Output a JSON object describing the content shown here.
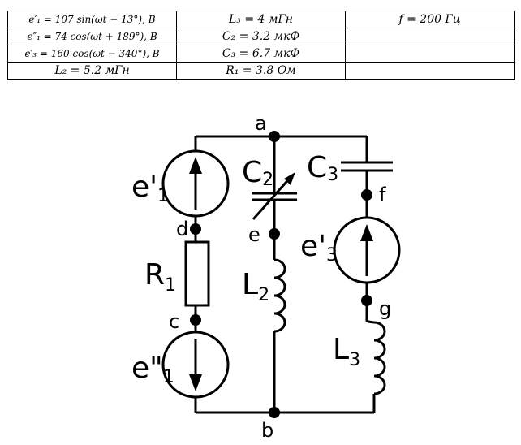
{
  "table": {
    "rows": [
      [
        "e′₁ = 107 sin(ωt − 13°), B",
        "L₃ = 4 мГн",
        "f = 200 Гц"
      ],
      [
        "e″₁ = 74 cos(ωt + 189°), B",
        "C₂ = 3.2 мкФ",
        ""
      ],
      [
        "e′₃ = 160 cos(ωt − 340°), B",
        "C₃ = 6.7 мкФ",
        ""
      ],
      [
        "L₂ = 5.2 мГн",
        "R₁ = 3.8 Ом",
        ""
      ]
    ]
  },
  "circuit": {
    "nodes": {
      "a": "a",
      "b": "b",
      "c": "c",
      "d": "d",
      "e": "e",
      "f": "f",
      "g": "g"
    },
    "elements": {
      "e1_prime": {
        "main": "e'",
        "sub": "1"
      },
      "e1_double": {
        "main": "e\"",
        "sub": "1"
      },
      "e3_prime": {
        "main": "e'",
        "sub": "3"
      },
      "R1": {
        "main": "R",
        "sub": "1"
      },
      "L2": {
        "main": "L",
        "sub": "2"
      },
      "L3": {
        "main": "L",
        "sub": "3"
      },
      "C2": {
        "main": "C",
        "sub": "2"
      },
      "C3": {
        "main": "C",
        "sub": "3"
      }
    }
  }
}
